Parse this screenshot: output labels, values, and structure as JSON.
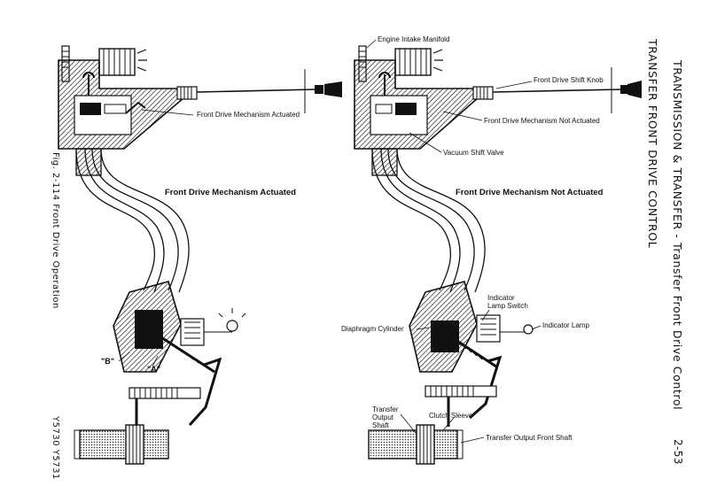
{
  "page": {
    "page_number": "2-53",
    "running_head": "TRANSMISSION & TRANSFER - Transfer Front Drive Control",
    "section_title": "TRANSFER FRONT DRIVE CONTROL",
    "figure_caption": "Fig. 2-114  Front Drive Operation",
    "figure_codes": "Y5730  Y5731"
  },
  "left_view": {
    "title": "Front Drive Mechanism Actuated",
    "labels": {
      "mechanism": "Front Drive Mechanism Actuated",
      "point_b": "\"B\"",
      "point_a": "\"A\""
    }
  },
  "right_view": {
    "title": "Front Drive Mechanism Not Actuated",
    "labels": {
      "manifold": "Engine Intake Manifold",
      "knob": "Front Drive Shift Knob",
      "mechanism": "Front Drive Mechanism Not Actuated",
      "valve": "Vacuum Shift Valve",
      "lamp_switch": "Indicator Lamp Switch",
      "lamp": "Indicator Lamp",
      "cylinder": "Diaphragm Cylinder",
      "output_shaft": "Transfer Output Shaft",
      "sleeve": "Clutch Sleeve",
      "front_shaft": "Transfer Output Front Shaft"
    }
  }
}
